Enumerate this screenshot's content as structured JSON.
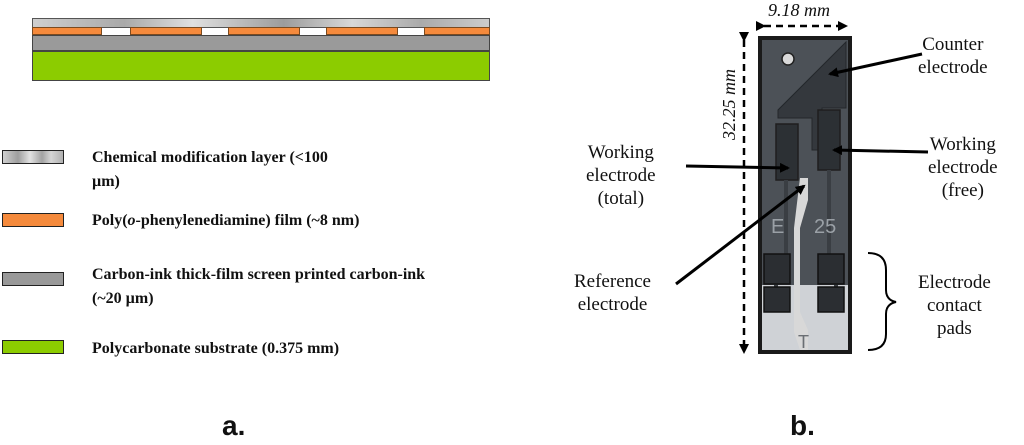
{
  "panel_a": {
    "label": "a.",
    "legend": [
      {
        "line1": "Chemical modification layer (<100",
        "line2": "µm)",
        "color": "#b8b8b8"
      },
      {
        "line1_pre": "Poly(",
        "line1_italic": "o",
        "line1_post": "-phenylenediamine) film (~8 nm)",
        "color": "#f58a3c"
      },
      {
        "line1": "Carbon-ink thick-film screen printed carbon-ink",
        "line2": "(~20 µm)",
        "color": "#999999"
      },
      {
        "line1": "Polycarbonate substrate (0.375 mm)",
        "color": "#8ccc00"
      }
    ]
  },
  "panel_b": {
    "label": "b.",
    "width_dim": "9.18 mm",
    "length_dim": "32.25 mm",
    "chip_text_e": "E",
    "chip_text_num": "25",
    "chip_text_t": "T",
    "callouts": {
      "counter": [
        "Counter",
        "electrode"
      ],
      "working_free": [
        "Working",
        "electrode",
        "(free)"
      ],
      "working_total": [
        "Working",
        "electrode",
        "(total)"
      ],
      "reference": [
        "Reference",
        "electrode"
      ],
      "contact": [
        "Electrode",
        "contact",
        "pads"
      ]
    }
  }
}
